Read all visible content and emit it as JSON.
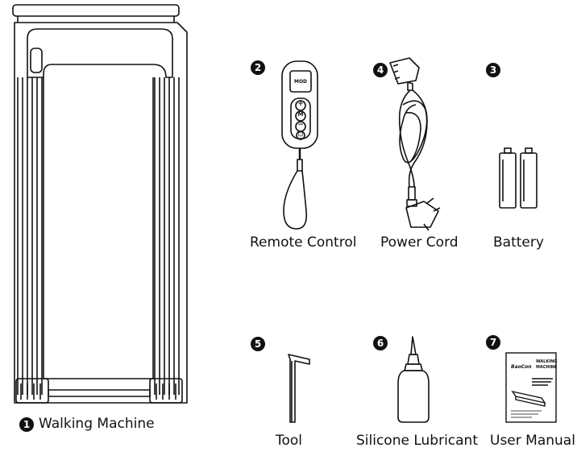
{
  "items": [
    {
      "number": "1",
      "label": "Walking Machine"
    },
    {
      "number": "2",
      "label": "Remote Control"
    },
    {
      "number": "4",
      "label": "Power Cord"
    },
    {
      "number": "3",
      "label": "Battery"
    },
    {
      "number": "5",
      "label": "Tool"
    },
    {
      "number": "6",
      "label": "Silicone Lubricant"
    },
    {
      "number": "7",
      "label": "User Manual"
    }
  ],
  "remote": {
    "screen_text": "MOD",
    "buttons": [
      "+",
      "M",
      "−",
      "⊡"
    ]
  },
  "manual": {
    "brand": "BaoCon",
    "title_line1": "WALKING",
    "title_line2": "MACHINE"
  }
}
